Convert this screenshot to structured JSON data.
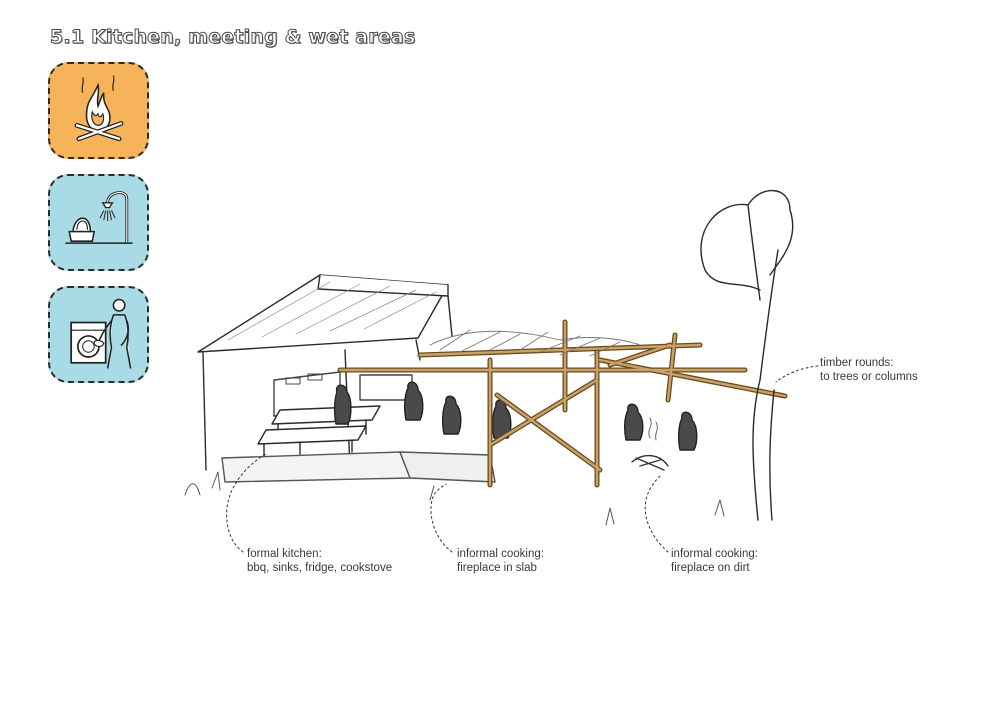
{
  "title": "5.1 Kitchen, meeting & wet areas",
  "icons": [
    {
      "name": "campfire-icon",
      "color": "#f7b35a"
    },
    {
      "name": "toilet-shower-icon",
      "color": "#a9dbe6"
    },
    {
      "name": "washing-machine-icon",
      "color": "#a9dbe6"
    }
  ],
  "annotations": {
    "timber": {
      "line1": "timber rounds:",
      "line2": "to trees or columns"
    },
    "formal_kitchen": {
      "line1": "formal kitchen:",
      "line2": "bbq, sinks, fridge, cookstove"
    },
    "informal_slab": {
      "line1": "informal cooking:",
      "line2": "fireplace in slab"
    },
    "informal_dirt": {
      "line1": "informal cooking:",
      "line2": "fireplace on dirt"
    }
  }
}
